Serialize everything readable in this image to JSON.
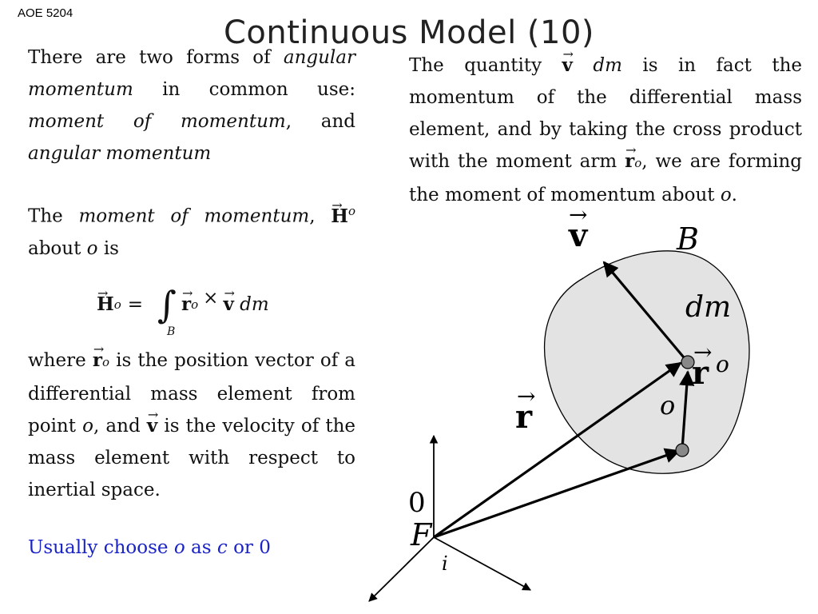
{
  "header": {
    "course": "AOE 5204"
  },
  "slide": {
    "title": "Continuous Model (10)"
  },
  "left": {
    "p1": {
      "a": "There are two forms of",
      "b": "angular momentum",
      "c": "in common use:",
      "d": "moment of momentum",
      "e": ", and",
      "f": "angular momentum"
    },
    "p2": {
      "a": "The",
      "b": "moment of momentum",
      "c": ",",
      "d": "about",
      "e": "o",
      "f": "is"
    },
    "equation": {
      "lhs": "H",
      "sub": "o",
      "eq": "=",
      "integral": "∫",
      "domain": "B",
      "r": "r",
      "cross": "×",
      "v": "v",
      "dm": "dm"
    },
    "p3": {
      "a": "where",
      "b": "is the position vector of a differential mass element from point",
      "c": "o",
      "d": ", and",
      "e": "is the velocity of the mass element with respect to inertial space."
    },
    "note": {
      "a": "Usually choose",
      "b": "o",
      "c": "as",
      "d": "c",
      "e": "or 0"
    }
  },
  "right": {
    "p1": {
      "a": "The quantity",
      "b": "dm",
      "c": "is in fact the momentum of the differential mass element, and by taking the cross product with the moment arm",
      "d": ", we are forming the moment of momentum about",
      "e": "o",
      "f": "."
    }
  },
  "figure": {
    "label_v": "v",
    "label_body": "B",
    "label_dm": "dm",
    "label_ro": "r",
    "label_ro_sup": "o",
    "label_r": "r",
    "label_o": "o",
    "label_zero": "0",
    "label_frame": "F",
    "label_i": "i",
    "colors": {
      "body_fill": "#e3e3e3",
      "point": "#888888",
      "stroke": "#000000"
    }
  }
}
